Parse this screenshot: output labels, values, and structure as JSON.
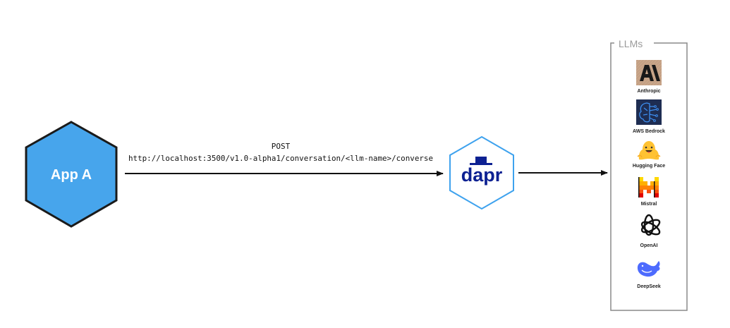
{
  "app_node": {
    "label": "App A",
    "fill": "#47A5EC",
    "stroke": "#1A1A1A"
  },
  "request_edge": {
    "method": "POST",
    "url": "http://localhost:3500/v1.0-alpha1/conversation/<llm-name>/converse"
  },
  "dapr_node": {
    "label": "dapr",
    "border": "#3EA2EE",
    "text_color": "#0D2192"
  },
  "llm_group": {
    "title": "LLMs",
    "items": [
      {
        "name": "Anthropic",
        "icon": "anthropic-icon"
      },
      {
        "name": "AWS Bedrock",
        "icon": "aws-bedrock-icon"
      },
      {
        "name": "Hugging Face",
        "icon": "hugging-face-icon"
      },
      {
        "name": "Mistral",
        "icon": "mistral-icon"
      },
      {
        "name": "OpenAI",
        "icon": "openai-icon"
      },
      {
        "name": "DeepSeek",
        "icon": "deepseek-icon"
      }
    ]
  }
}
